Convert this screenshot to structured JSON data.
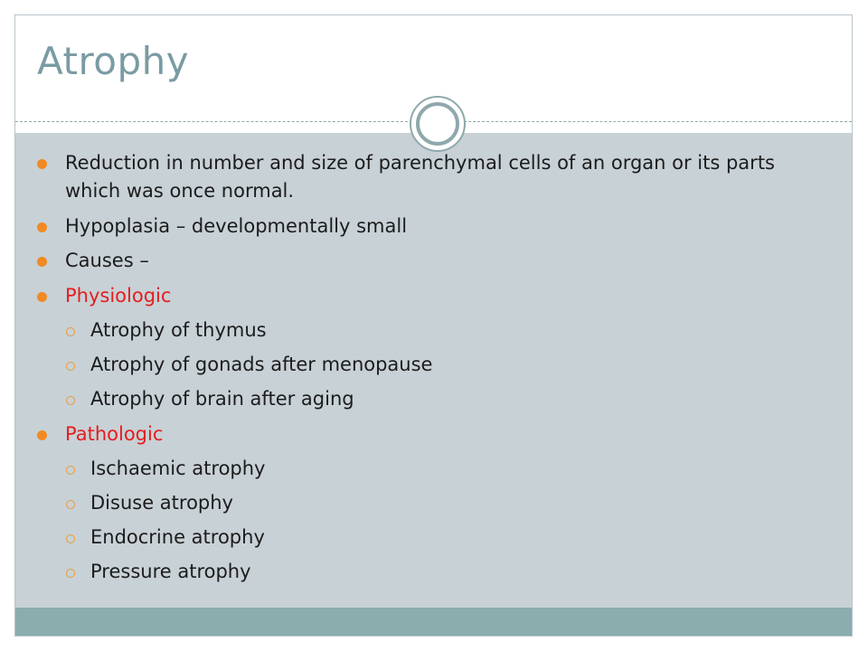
{
  "slide": {
    "title": "Atrophy",
    "bullets": [
      {
        "level": 1,
        "text": "Reduction in number and size of parenchymal cells of an organ or its parts which was once normal."
      },
      {
        "level": 1,
        "text": "Hypoplasia – developmentally small"
      },
      {
        "level": 1,
        "text": "Causes –"
      },
      {
        "level": 1,
        "text": "Physiologic",
        "color": "#e41e1e"
      },
      {
        "level": 2,
        "text": "Atrophy of thymus"
      },
      {
        "level": 2,
        "text": "Atrophy of gonads after menopause"
      },
      {
        "level": 2,
        "text": "Atrophy of brain after aging"
      },
      {
        "level": 1,
        "text": "Pathologic",
        "color": "#e41e1e"
      },
      {
        "level": 2,
        "text": "Ischaemic atrophy"
      },
      {
        "level": 2,
        "text": "Disuse atrophy"
      },
      {
        "level": 2,
        "text": "Endocrine atrophy"
      },
      {
        "level": 2,
        "text": "Pressure atrophy"
      }
    ]
  },
  "colors": {
    "title": "#7a9ba3",
    "content_background": "#c8d1d6",
    "footer_bar": "#8aadad",
    "bullet": "#f08a24",
    "highlight_text": "#e41e1e"
  }
}
